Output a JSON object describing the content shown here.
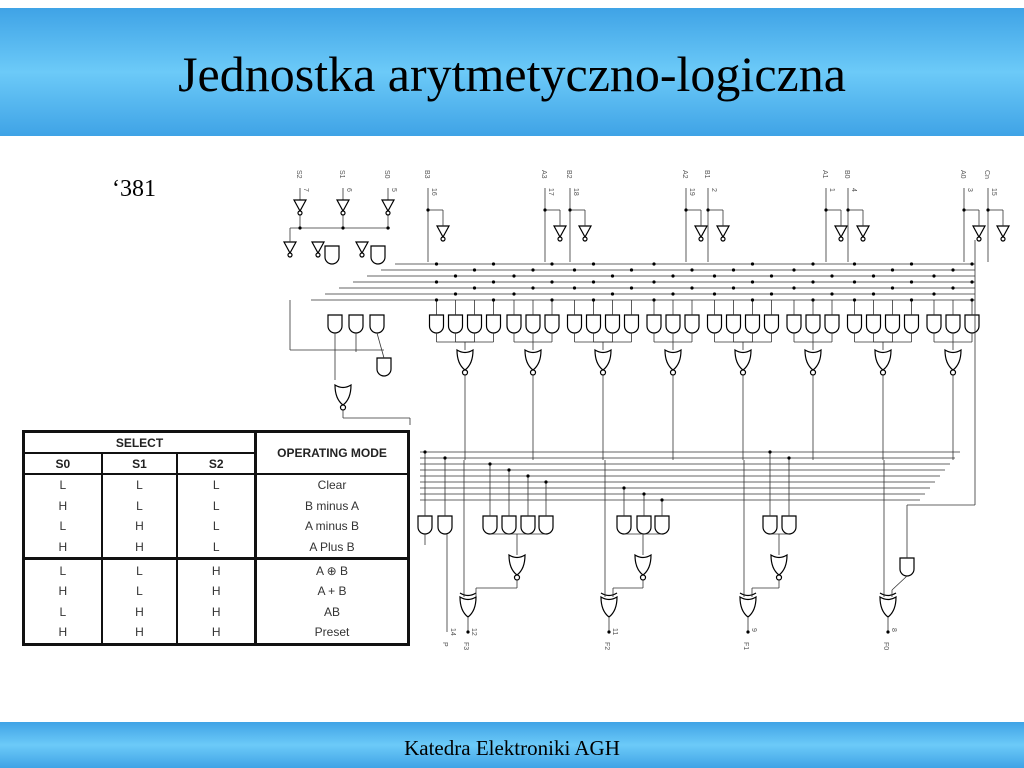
{
  "slide": {
    "title": "Jednostka arytmetyczno-logiczna",
    "chip_label": "‘381",
    "footer": "Katedra Elektroniki AGH"
  },
  "table": {
    "group_header": "SELECT",
    "mode_header": "OPERATING MODE",
    "columns": [
      "S0",
      "S1",
      "S2"
    ],
    "rows": [
      [
        "L",
        "L",
        "L",
        "Clear"
      ],
      [
        "H",
        "L",
        "L",
        "B minus A"
      ],
      [
        "L",
        "H",
        "L",
        "A minus B"
      ],
      [
        "H",
        "H",
        "L",
        "A Plus B"
      ],
      [
        "L",
        "L",
        "H",
        "A ⊕ B"
      ],
      [
        "H",
        "L",
        "H",
        "A + B"
      ],
      [
        "L",
        "H",
        "H",
        "AB"
      ],
      [
        "H",
        "H",
        "H",
        "Preset"
      ]
    ]
  },
  "circuit": {
    "inputs": [
      {
        "name": "S2",
        "pin": "7"
      },
      {
        "name": "S1",
        "pin": "6"
      },
      {
        "name": "S0",
        "pin": "5"
      },
      {
        "name": "B3",
        "pin": "16"
      },
      {
        "name": "A3",
        "pin": "17"
      },
      {
        "name": "B2",
        "pin": "18"
      },
      {
        "name": "A2",
        "pin": "19"
      },
      {
        "name": "B1",
        "pin": "2"
      },
      {
        "name": "A1",
        "pin": "1"
      },
      {
        "name": "B0",
        "pin": "4"
      },
      {
        "name": "A0",
        "pin": "3"
      },
      {
        "name": "Cn",
        "pin": "15"
      }
    ],
    "outputs": [
      {
        "name": "P",
        "pin": "14"
      },
      {
        "name": "F3",
        "pin": "12"
      },
      {
        "name": "F2",
        "pin": "11"
      },
      {
        "name": "F1",
        "pin": "9"
      },
      {
        "name": "F0",
        "pin": "8"
      }
    ]
  }
}
